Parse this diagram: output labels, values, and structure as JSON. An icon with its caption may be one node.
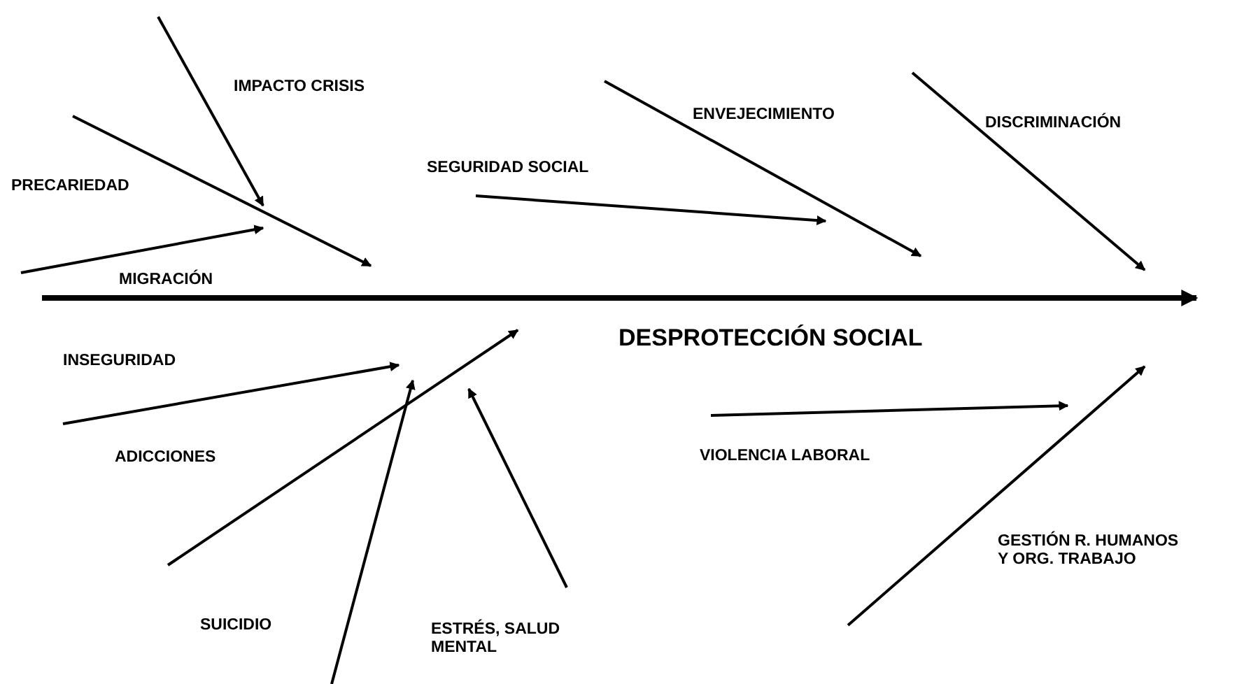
{
  "diagram": {
    "labels": [
      "IMPACTO CRISIS",
      "ENVEJECIMIENTO",
      "DISCRIMINACIÓN",
      "SEGURIDAD SOCIAL",
      "PRECARIEDAD",
      "MIGRACIÓN",
      "DESPROTECCIÓN SOCIAL",
      "INSEGURIDAD",
      "ADICCIONES",
      "VIOLENCIA LABORAL",
      "GESTIÓN R. HUMANOS Y ORG. TRABAJO",
      "SUICIDIO",
      "ESTRÉS, SALUD MENTAL"
    ]
  }
}
